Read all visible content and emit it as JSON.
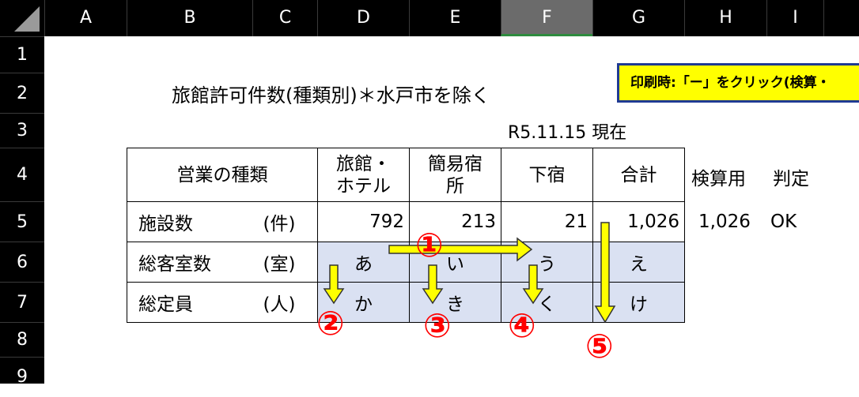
{
  "columns": [
    "A",
    "B",
    "C",
    "D",
    "E",
    "F",
    "G",
    "H",
    "I"
  ],
  "selected_column": "F",
  "rows": [
    "1",
    "2",
    "3",
    "4",
    "5",
    "6",
    "7",
    "8",
    "9"
  ],
  "title": "旅館許可件数(種類別)＊水戸市を除く",
  "as_of": "R5.11.15 現在",
  "note": "印刷時:「ー」をクリック(検算・",
  "table": {
    "header": {
      "type": "営業の種類",
      "ryokan_l1": "旅館・",
      "ryokan_l2": "ホテル",
      "kan_l1": "簡易宿",
      "kan_l2": "所",
      "geshuku": "下宿",
      "total": "合計"
    },
    "rows": [
      {
        "label": "施設数",
        "unit": "(件)",
        "ryokan": "792",
        "kan": "213",
        "geshuku": "21",
        "total": "1,026"
      },
      {
        "label": "総客室数",
        "unit": "(室)",
        "ryokan": "あ",
        "kan": "い",
        "geshuku": "う",
        "total": "え"
      },
      {
        "label": "総定員",
        "unit": "(人)",
        "ryokan": "か",
        "kan": "き",
        "geshuku": "く",
        "total": "け"
      }
    ]
  },
  "check": {
    "header": "検算用",
    "judge_header": "判定",
    "value": "1,026",
    "result": "OK"
  },
  "step_markers": [
    "①",
    "②",
    "③",
    "④",
    "⑤"
  ],
  "colors": {
    "highlight_cells": "#dae1f2",
    "note_bg": "#ffff00",
    "arrow_fill": "#ffff00",
    "marker": "#ff0000"
  }
}
